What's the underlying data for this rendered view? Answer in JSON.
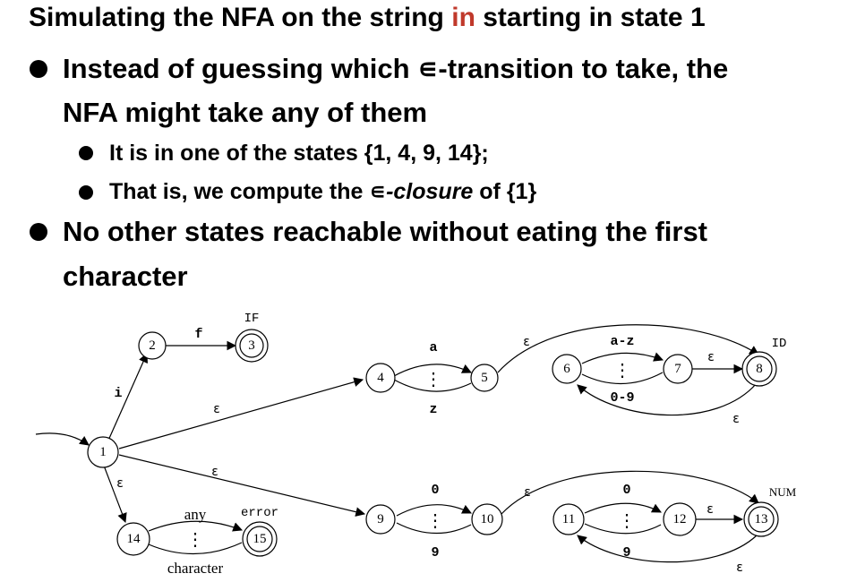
{
  "slide": {
    "title_pre": "Simulating the NFA  on the string ",
    "title_highlight": "in",
    "title_post": " starting in state 1",
    "highlight_color": "#c0392b",
    "b1_pre": "Instead of guessing which ",
    "epsilon": "∊",
    "b1_post": "-transition to take, the",
    "b1_line2": "NFA might take any of them",
    "s1": "It is in one of the states {1, 4, 9, 14};",
    "s2_pre": "That is, we compute the ",
    "s2_term": "-closure",
    "s2_post": " of {1}",
    "b2_line1": "No other states reachable without eating the first",
    "b2_line2": "character"
  },
  "nfa": {
    "start_state": "1",
    "states": [
      {
        "id": "1",
        "accepting": false
      },
      {
        "id": "2",
        "accepting": false
      },
      {
        "id": "3",
        "accepting": true,
        "tag": "IF"
      },
      {
        "id": "4",
        "accepting": false
      },
      {
        "id": "5",
        "accepting": false
      },
      {
        "id": "6",
        "accepting": false
      },
      {
        "id": "7",
        "accepting": false
      },
      {
        "id": "8",
        "accepting": true,
        "tag": "ID"
      },
      {
        "id": "9",
        "accepting": false
      },
      {
        "id": "10",
        "accepting": false
      },
      {
        "id": "11",
        "accepting": false
      },
      {
        "id": "12",
        "accepting": false
      },
      {
        "id": "13",
        "accepting": true,
        "tag": "NUM"
      },
      {
        "id": "14",
        "accepting": false
      },
      {
        "id": "15",
        "accepting": true,
        "tag": "error"
      }
    ],
    "transitions": [
      {
        "from": "1",
        "to": "2",
        "label": "i"
      },
      {
        "from": "2",
        "to": "3",
        "label": "f"
      },
      {
        "from": "1",
        "to": "4",
        "label": "ε"
      },
      {
        "from": "4",
        "to": "5",
        "label_top": "a",
        "label_dots": "⋮",
        "label_bottom": "z"
      },
      {
        "from": "5",
        "to": "8",
        "label": "ε"
      },
      {
        "from": "6",
        "to": "7",
        "label_top": "a-z",
        "label_dots": "⋮",
        "label_bottom": "0-9"
      },
      {
        "from": "7",
        "to": "8",
        "label": "ε"
      },
      {
        "from": "8",
        "to": "6",
        "label": "ε"
      },
      {
        "from": "1",
        "to": "9",
        "label": "ε"
      },
      {
        "from": "9",
        "to": "10",
        "label_top": "0",
        "label_dots": "⋮",
        "label_bottom": "9"
      },
      {
        "from": "10",
        "to": "13",
        "label": "ε"
      },
      {
        "from": "11",
        "to": "12",
        "label_top": "0",
        "label_dots": "⋮",
        "label_bottom": "9"
      },
      {
        "from": "12",
        "to": "13",
        "label": "ε"
      },
      {
        "from": "13",
        "to": "11",
        "label": "ε"
      },
      {
        "from": "1",
        "to": "14",
        "label": "ε"
      },
      {
        "from": "14",
        "to": "15",
        "label_top": "any",
        "label_dots": "⋮",
        "label_bottom": "character"
      }
    ]
  }
}
